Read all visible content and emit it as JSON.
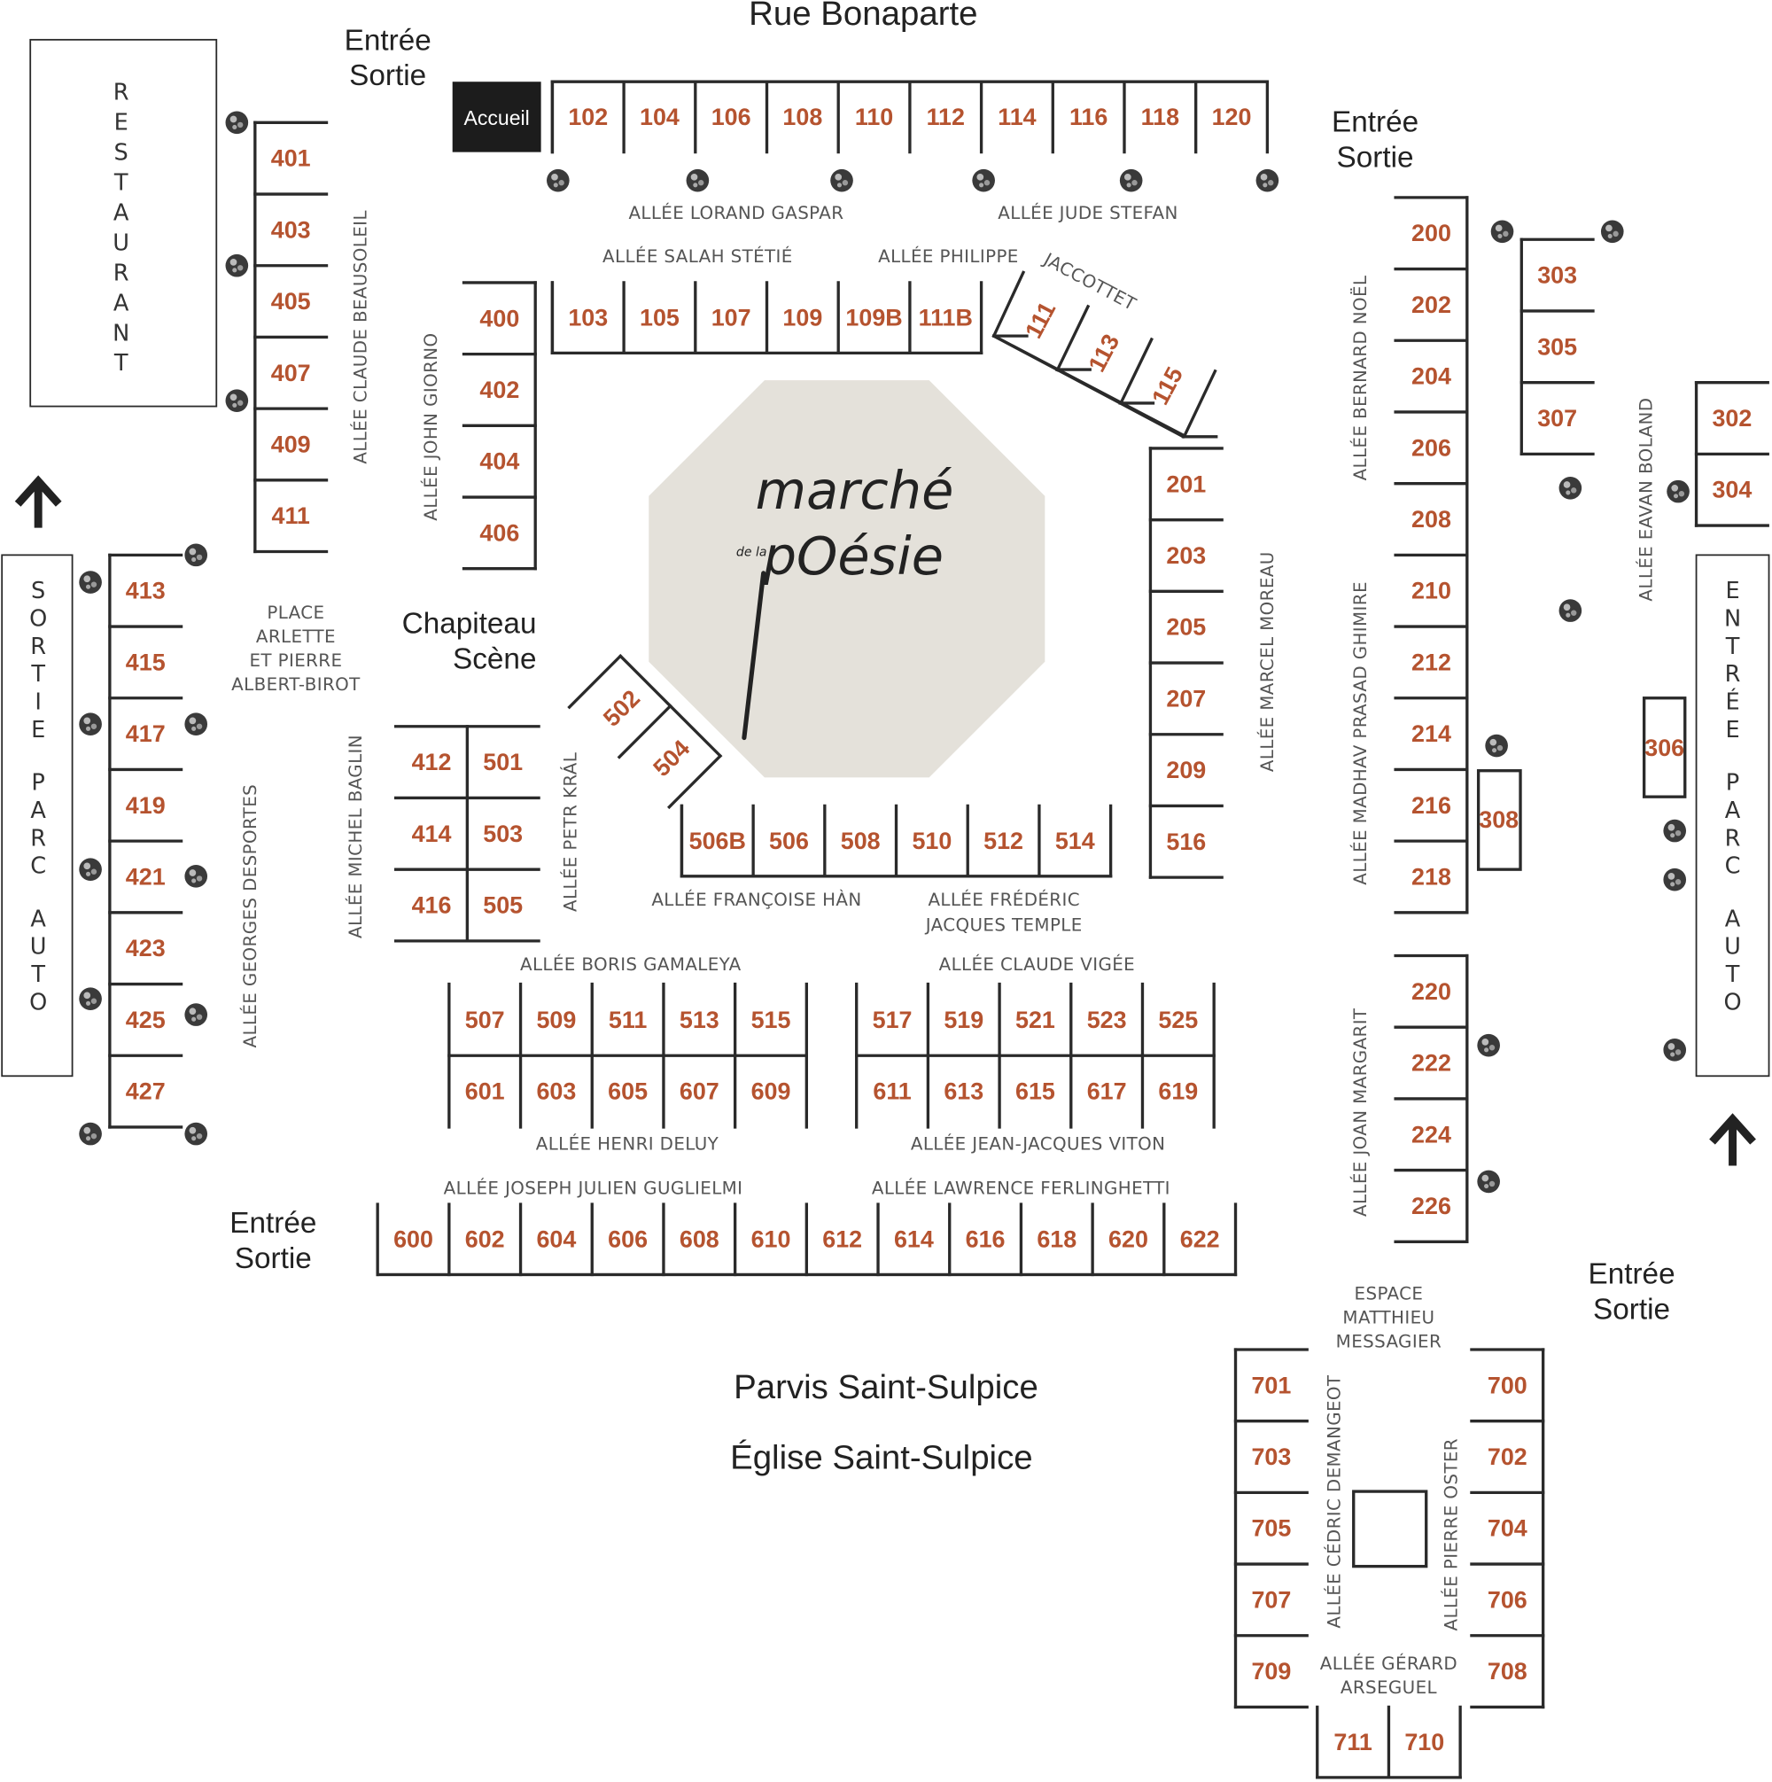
{
  "colors": {
    "stand_number": "#b5532f",
    "logo_bg": "#e4e1da",
    "ink": "#222222",
    "alley_text": "#555555"
  },
  "streets": {
    "north": "Rue Bonaparte",
    "south_parvis": "Parvis Saint-Sulpice",
    "south_church": "Église Saint-Sulpice"
  },
  "entrances": [
    {
      "line1": "Entrée",
      "line2": "Sortie"
    },
    {
      "line1": "Entrée",
      "line2": "Sortie"
    },
    {
      "line1": "Entrée",
      "line2": "Sortie"
    },
    {
      "line1": "Entrée",
      "line2": "Sortie"
    }
  ],
  "restaurant": "RESTAURANT",
  "parking_exit": "SORTIE PARC AUTO",
  "parking_entry": "ENTRÉE PARC AUTO",
  "accueil": "Accueil",
  "chapiteau": {
    "line1": "Chapiteau",
    "line2": "Scène"
  },
  "logo": {
    "line1": "marché",
    "small": "de la",
    "line2": "pOésie"
  },
  "places": {
    "albert_birot": [
      "PLACE",
      "ARLETTE",
      "ET PIERRE",
      "ALBERT-BIROT"
    ],
    "messagier": [
      "ESPACE",
      "MATTHIEU",
      "MESSAGIER"
    ],
    "arseguel": [
      "ALLÉE GÉRARD",
      "ARSEGUEL"
    ],
    "temple": [
      "ALLÉE FRÉDÉRIC",
      "JACQUES TEMPLE"
    ]
  },
  "alleys": {
    "lorand_gaspar": "ALLÉE LORAND GASPAR",
    "jude_stefan": "ALLÉE JUDE STEFAN",
    "salah_stetie": "ALLÉE SALAH STÉTIÉ",
    "philippe": "ALLÉE PHILIPPE",
    "jaccottet": "JACCOTTET",
    "claude_beausoleil": "ALLÉE CLAUDE BEAUSOLEIL",
    "john_giorno": "ALLÉE JOHN GIORNO",
    "bernard_noel": "ALLÉE BERNARD NOËL",
    "eavan_boland": "ALLÉE EAVAN BOLAND",
    "marcel_moreau": "ALLÉE MARCEL MOREAU",
    "madhav_ghimire": "ALLÉE MADHAV PRASAD GHIMIRE",
    "joan_margarit": "ALLÉE JOAN MARGARIT",
    "georges_desportes": "ALLÉE GEORGES DESPORTES",
    "michel_baglin": "ALLÉE MICHEL BAGLIN",
    "petr_kral": "ALLÉE PETR KRÁL",
    "francoise_han": "ALLÉE FRANÇOISE HÀN",
    "boris_gamaleya": "ALLÉE BORIS GAMALEYA",
    "claude_vigee": "ALLÉE CLAUDE VIGÉE",
    "henri_deluy": "ALLÉE HENRI DELUY",
    "jean_jacques_viton": "ALLÉE JEAN-JACQUES VITON",
    "joseph_guglielmi": "ALLÉE JOSEPH JULIEN GUGLIELMI",
    "lawrence_ferlinghetti": "ALLÉE LAWRENCE FERLINGHETTI",
    "cedric_demangeot": "ALLÉE CÉDRIC DEMANGEOT",
    "pierre_oster": "ALLÉE PIERRE OSTER"
  },
  "stands": {
    "row_100_north": [
      "102",
      "104",
      "106",
      "108",
      "110",
      "112",
      "114",
      "116",
      "118",
      "120"
    ],
    "row_100_south": [
      "103",
      "105",
      "107",
      "109",
      "109B",
      "111B"
    ],
    "diagonal_100": [
      "111",
      "113",
      "115"
    ],
    "col_400_a": [
      "401",
      "403",
      "405",
      "407",
      "409",
      "411"
    ],
    "col_400_b": [
      "400",
      "402",
      "404",
      "406"
    ],
    "col_400_c": [
      "413",
      "415",
      "417",
      "419",
      "421",
      "423",
      "425",
      "427"
    ],
    "grid_412_501": [
      [
        "412",
        "501"
      ],
      [
        "414",
        "503"
      ],
      [
        "416",
        "505"
      ]
    ],
    "diagonal_500": [
      "502",
      "504"
    ],
    "row_506": [
      "506B",
      "506",
      "508",
      "510",
      "512",
      "514"
    ],
    "col_201": [
      "201",
      "203",
      "205",
      "207",
      "209",
      "516"
    ],
    "col_200": [
      "200",
      "202",
      "204",
      "206",
      "208",
      "210",
      "212",
      "214",
      "216",
      "218"
    ],
    "col_220": [
      "220",
      "222",
      "224",
      "226"
    ],
    "col_303": [
      "303",
      "305",
      "307"
    ],
    "col_302": [
      "302",
      "304"
    ],
    "single_306": "306",
    "single_308": "308",
    "block_507_top": [
      "507",
      "509",
      "511",
      "513",
      "515"
    ],
    "block_507_bottom": [
      "601",
      "603",
      "605",
      "607",
      "609"
    ],
    "block_517_top": [
      "517",
      "519",
      "521",
      "523",
      "525"
    ],
    "block_517_bottom": [
      "611",
      "613",
      "615",
      "617",
      "619"
    ],
    "row_600": [
      "600",
      "602",
      "604",
      "606",
      "608",
      "610",
      "612",
      "614",
      "616",
      "618",
      "620",
      "622"
    ],
    "col_701": [
      "701",
      "703",
      "705",
      "707",
      "709"
    ],
    "col_700": [
      "700",
      "702",
      "704",
      "706",
      "708"
    ],
    "row_711": [
      "711",
      "710"
    ]
  },
  "icons": {
    "tree": "tree-icon",
    "arrow": "arrow-up-icon"
  }
}
